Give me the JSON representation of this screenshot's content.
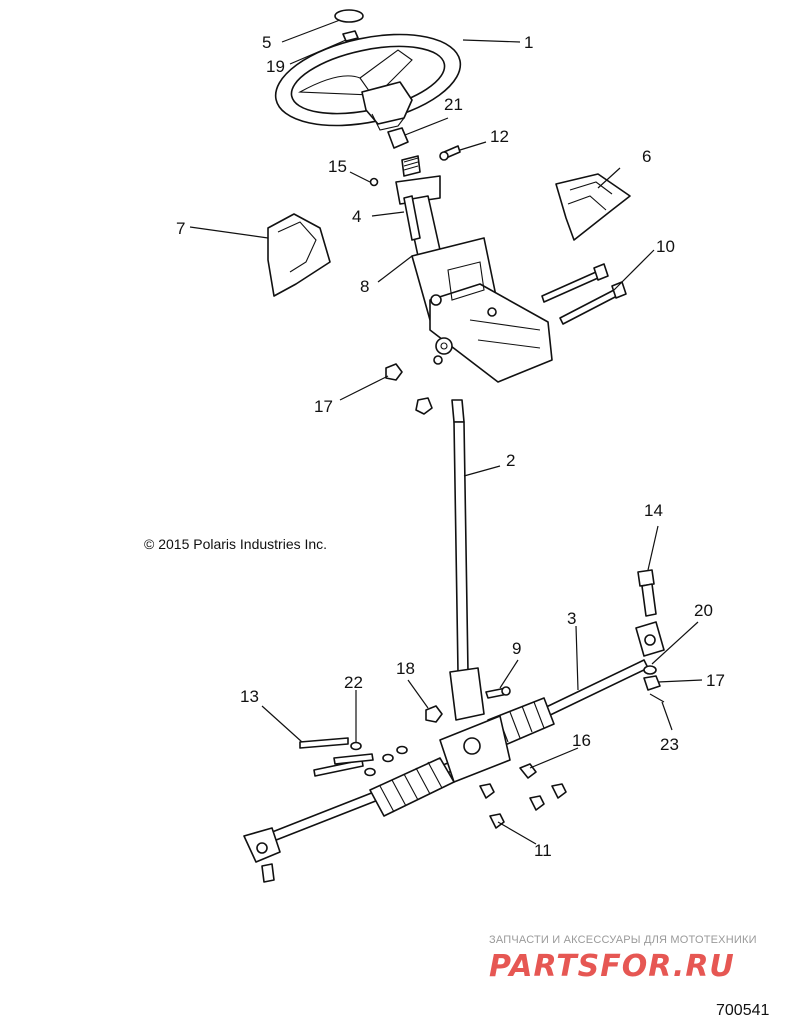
{
  "diagram": {
    "callouts": [
      "1",
      "2",
      "3",
      "4",
      "5",
      "6",
      "7",
      "8",
      "9",
      "10",
      "11",
      "12",
      "13",
      "14",
      "15",
      "16",
      "17",
      "17",
      "18",
      "19",
      "20",
      "21",
      "22",
      "23"
    ],
    "copyright": "© 2015 Polaris Industries Inc.",
    "drawing_number": "700541"
  },
  "watermark": {
    "tagline": "ЗАПЧАСТИ И АКСЕССУАРЫ ДЛЯ МОТОТЕХНИКИ",
    "logo_text": "PARTSFOR.RU",
    "color": "#e23a36"
  }
}
